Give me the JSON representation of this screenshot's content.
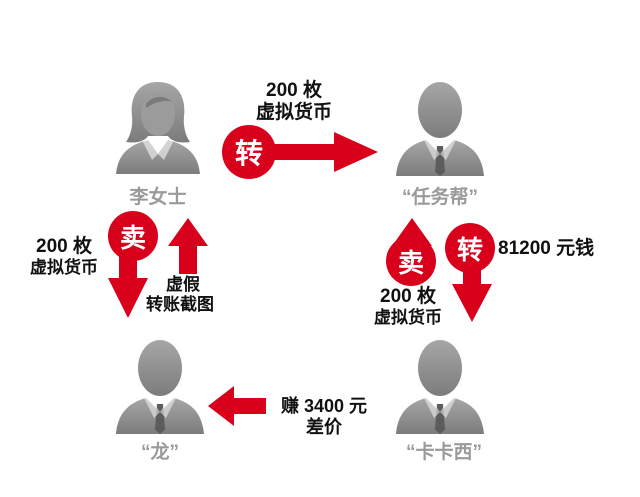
{
  "people": {
    "li": {
      "name": "李女士"
    },
    "task": {
      "name": "“任务帮”"
    },
    "long": {
      "name": "“龙”"
    },
    "kaxi": {
      "name": "“卡卡西”"
    }
  },
  "flows": {
    "top": {
      "line1": "200 枚",
      "line2": "虚拟货币",
      "badge": "转"
    },
    "left": {
      "line1": "200 枚",
      "line2": "虚拟货币",
      "badge": "卖",
      "fake1": "虚假",
      "fake2": "转账截图"
    },
    "right": {
      "sell_badge": "卖",
      "transfer_badge": "转",
      "money": "81200 元钱",
      "line1": "200 枚",
      "line2": "虚拟货币"
    },
    "bottom": {
      "line1": "赚 3400 元",
      "line2": "差价"
    }
  },
  "colors": {
    "arrow": "#d9001b",
    "person": "#8c8c8c",
    "name": "#9a9a9a"
  }
}
